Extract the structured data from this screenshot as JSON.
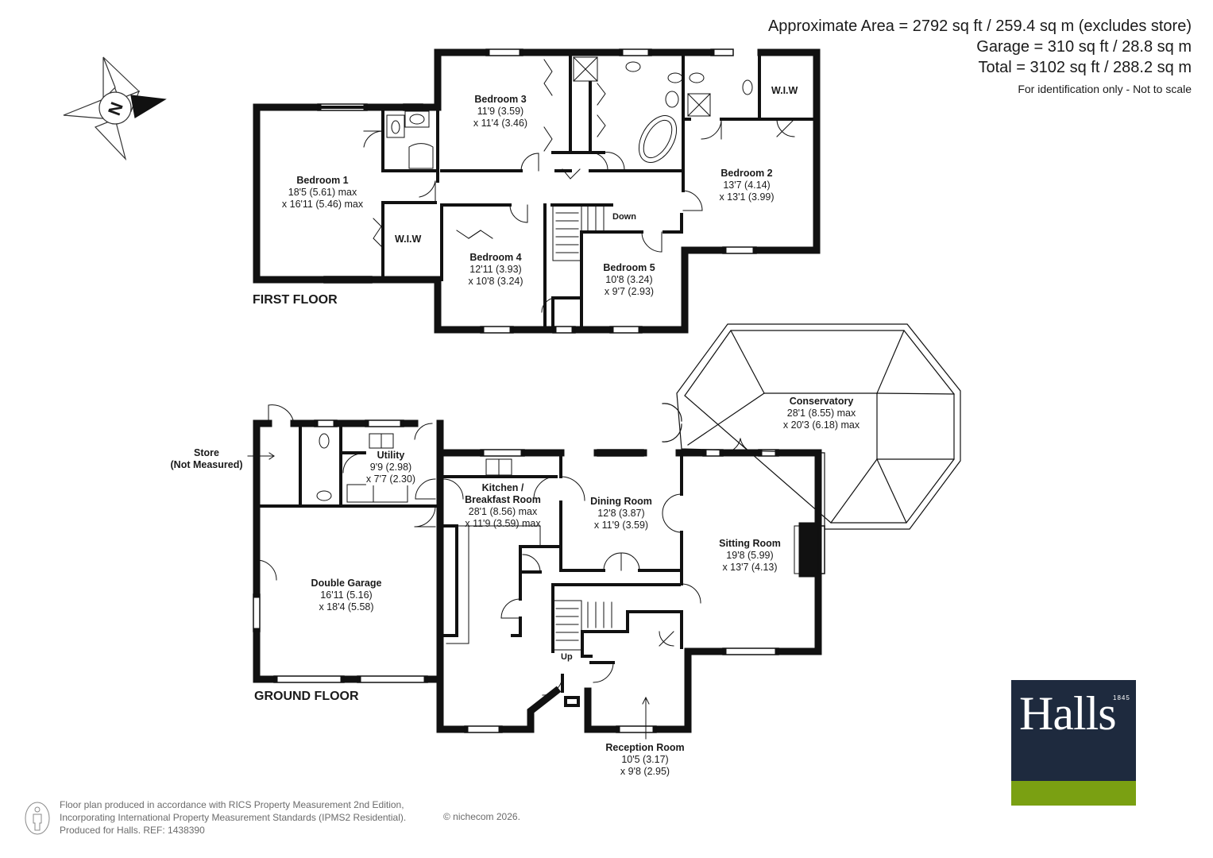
{
  "area": {
    "line1": "Approximate Area = 2792 sq ft / 259.4 sq m (excludes store)",
    "line2": "Garage = 310 sq ft / 28.8 sq m",
    "line3": "Total = 3102 sq ft / 288.2 sq m",
    "note": "For identification only - Not to scale"
  },
  "compass": {
    "letter": "N"
  },
  "floors": {
    "first": "FIRST FLOOR",
    "ground": "GROUND FLOOR"
  },
  "rooms": {
    "bedroom1": {
      "name": "Bedroom 1",
      "dim1": "18'5 (5.61) max",
      "dim2": "x 16'11 (5.46) max"
    },
    "bedroom2": {
      "name": "Bedroom 2",
      "dim1": "13'7 (4.14)",
      "dim2": "x 13'1 (3.99)"
    },
    "bedroom3": {
      "name": "Bedroom 3",
      "dim1": "11'9 (3.59)",
      "dim2": "x 11'4 (3.46)"
    },
    "bedroom4": {
      "name": "Bedroom 4",
      "dim1": "12'11 (3.93)",
      "dim2": "x 10'8 (3.24)"
    },
    "bedroom5": {
      "name": "Bedroom 5",
      "dim1": "10'8 (3.24)",
      "dim2": "x 9'7 (2.93)"
    },
    "conservatory": {
      "name": "Conservatory",
      "dim1": "28'1 (8.55) max",
      "dim2": "x 20'3 (6.18) max"
    },
    "store": {
      "name": "Store",
      "dim1": "(Not Measured)"
    },
    "utility": {
      "name": "Utility",
      "dim1": "9'9 (2.98)",
      "dim2": "x 7'7 (2.30)"
    },
    "kitchen": {
      "name": "Kitchen /",
      "name2": "Breakfast Room",
      "dim1": "28'1 (8.56) max",
      "dim2": "x 11'9 (3.59) max"
    },
    "dining": {
      "name": "Dining Room",
      "dim1": "12'8 (3.87)",
      "dim2": "x 11'9 (3.59)"
    },
    "sitting": {
      "name": "Sitting Room",
      "dim1": "19'8 (5.99)",
      "dim2": "x 13'7 (4.13)"
    },
    "garage": {
      "name": "Double Garage",
      "dim1": "16'11 (5.16)",
      "dim2": "x 18'4 (5.58)"
    },
    "reception": {
      "name": "Reception Room",
      "dim1": "10'5 (3.17)",
      "dim2": "x 9'8 (2.95)"
    }
  },
  "labels": {
    "wiw1": "W.I.W",
    "wiw2": "W.I.W",
    "down": "Down",
    "up": "Up"
  },
  "footer": {
    "line1": "Floor plan produced in accordance with RICS Property Measurement 2nd Edition,",
    "line2": "Incorporating International Property Measurement Standards (IPMS2 Residential).",
    "line3": "Produced for Halls.   REF: 1438390",
    "copyright": "© nichecom 2026."
  },
  "logo": {
    "word": "Halls",
    "year": "1845",
    "top_color": "#1e2a3e",
    "bottom_color": "#7aa012"
  }
}
